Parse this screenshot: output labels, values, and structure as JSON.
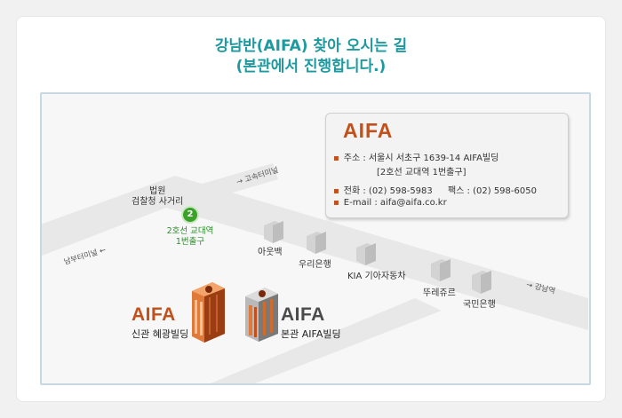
{
  "page": {
    "title_line1": "강남반(AIFA) 찾아 오시는 길",
    "title_line2": "(본관에서 진행합니다.)"
  },
  "info_box": {
    "brand": "AIFA",
    "address_label": "주소 :",
    "address_line1": "서울시 서초구 1639-14 AIFA빌딩",
    "address_line2": "[2호선 교대역 1번출구]",
    "phone_label": "전화 :",
    "phone": "(02) 598-5983",
    "fax_label": "팩스 :",
    "fax": "(02) 598-6050",
    "email_label": "E-mail :",
    "email": "aifa@aifa.co.kr"
  },
  "map": {
    "intersection_line1": "법원",
    "intersection_line2": "검찰청 사거리",
    "station_number": "2",
    "station_line1": "2호선 교대역",
    "station_line2": "1번출구",
    "dir_express_terminal": "고속터미널",
    "dir_nambu_terminal": "남부터미널",
    "dir_gangnam": "강남역",
    "landmarks": [
      "아웃백",
      "우리은행",
      "KIA 기아자동차",
      "뚜레쥬르",
      "국민은행"
    ],
    "annex_brand": "AIFA",
    "annex_name": "신관 혜광빌딩",
    "main_brand": "AIFA",
    "main_name": "본관  AIFA빌딩"
  },
  "colors": {
    "title": "#1d9aa0",
    "brand_orange": "#c3501a",
    "station_green": "#3aa12a",
    "road": "#e9e9e9",
    "map_border": "#c6d9e3"
  }
}
